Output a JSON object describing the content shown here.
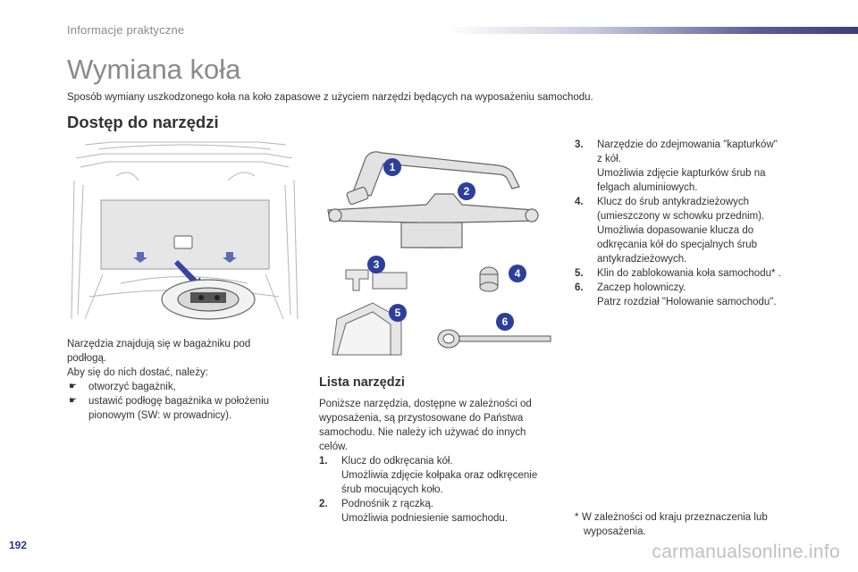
{
  "header": {
    "section": "Informacje praktyczne"
  },
  "page": {
    "title": "Wymiana koła",
    "intro": "Sposób wymiany uszkodzonego koła na koło zapasowe z użyciem narzędzi będących na wyposażeniu samochodu.",
    "heading": "Dostęp do narzędzi",
    "number": "192"
  },
  "access": {
    "line1": "Narzędzia znajdują się w bagażniku pod",
    "line2": "podłogą.",
    "line3": "Aby się do nich dostać, należy:",
    "bullets": [
      "otworzyć bagażnik,",
      "ustawić podłogę bagażnika w położeniu",
      "pionowym (SW: w prowadnicy)."
    ],
    "bullet_mark": "☛"
  },
  "tools": {
    "heading": "Lista narzędzi",
    "intro": [
      "Poniższe narzędzia, dostępne w zależności od",
      "wyposażenia, są przystosowane do Państwa",
      "samochodu. Nie należy ich używać do innych",
      "celów."
    ],
    "items": [
      {
        "num": "1.",
        "lines": [
          "Klucz do odkręcania kół.",
          "Umożliwia zdjęcie kołpaka oraz odkręcenie",
          "śrub mocujących koło."
        ]
      },
      {
        "num": "2.",
        "lines": [
          "Podnośnik z rączką.",
          "Umożliwia podniesienie samochodu."
        ]
      },
      {
        "num": "3.",
        "lines": [
          "Narzędzie do zdejmowania \"kapturków\"",
          "z kół.",
          "Umożliwia zdjęcie kapturków śrub na",
          "felgach aluminiowych."
        ]
      },
      {
        "num": "4.",
        "lines": [
          "Klucz do śrub antykradzieżowych",
          "(umieszczony w schowku przednim).",
          "Umożliwia dopasowanie klucza do",
          "odkręcania kół do specjalnych śrub",
          "antykradzieżowych."
        ]
      },
      {
        "num": "5.",
        "lines": [
          "Klin do zablokowania koła samochodu* ."
        ]
      },
      {
        "num": "6.",
        "lines": [
          "Zaczep holowniczy.",
          "Patrz rozdział \"Holowanie samochodu\"."
        ]
      }
    ],
    "badges": [
      "1",
      "2",
      "3",
      "4",
      "5",
      "6"
    ]
  },
  "footnote": {
    "star": "*",
    "lines": [
      "W zależności od kraju przeznaczenia lub",
      "wyposażenia."
    ]
  },
  "watermark": "carmanualsonline.info",
  "colors": {
    "badge": "#2d3f9a",
    "accent_bar": "#3b3f74",
    "page_number": "#2a3a8a"
  }
}
